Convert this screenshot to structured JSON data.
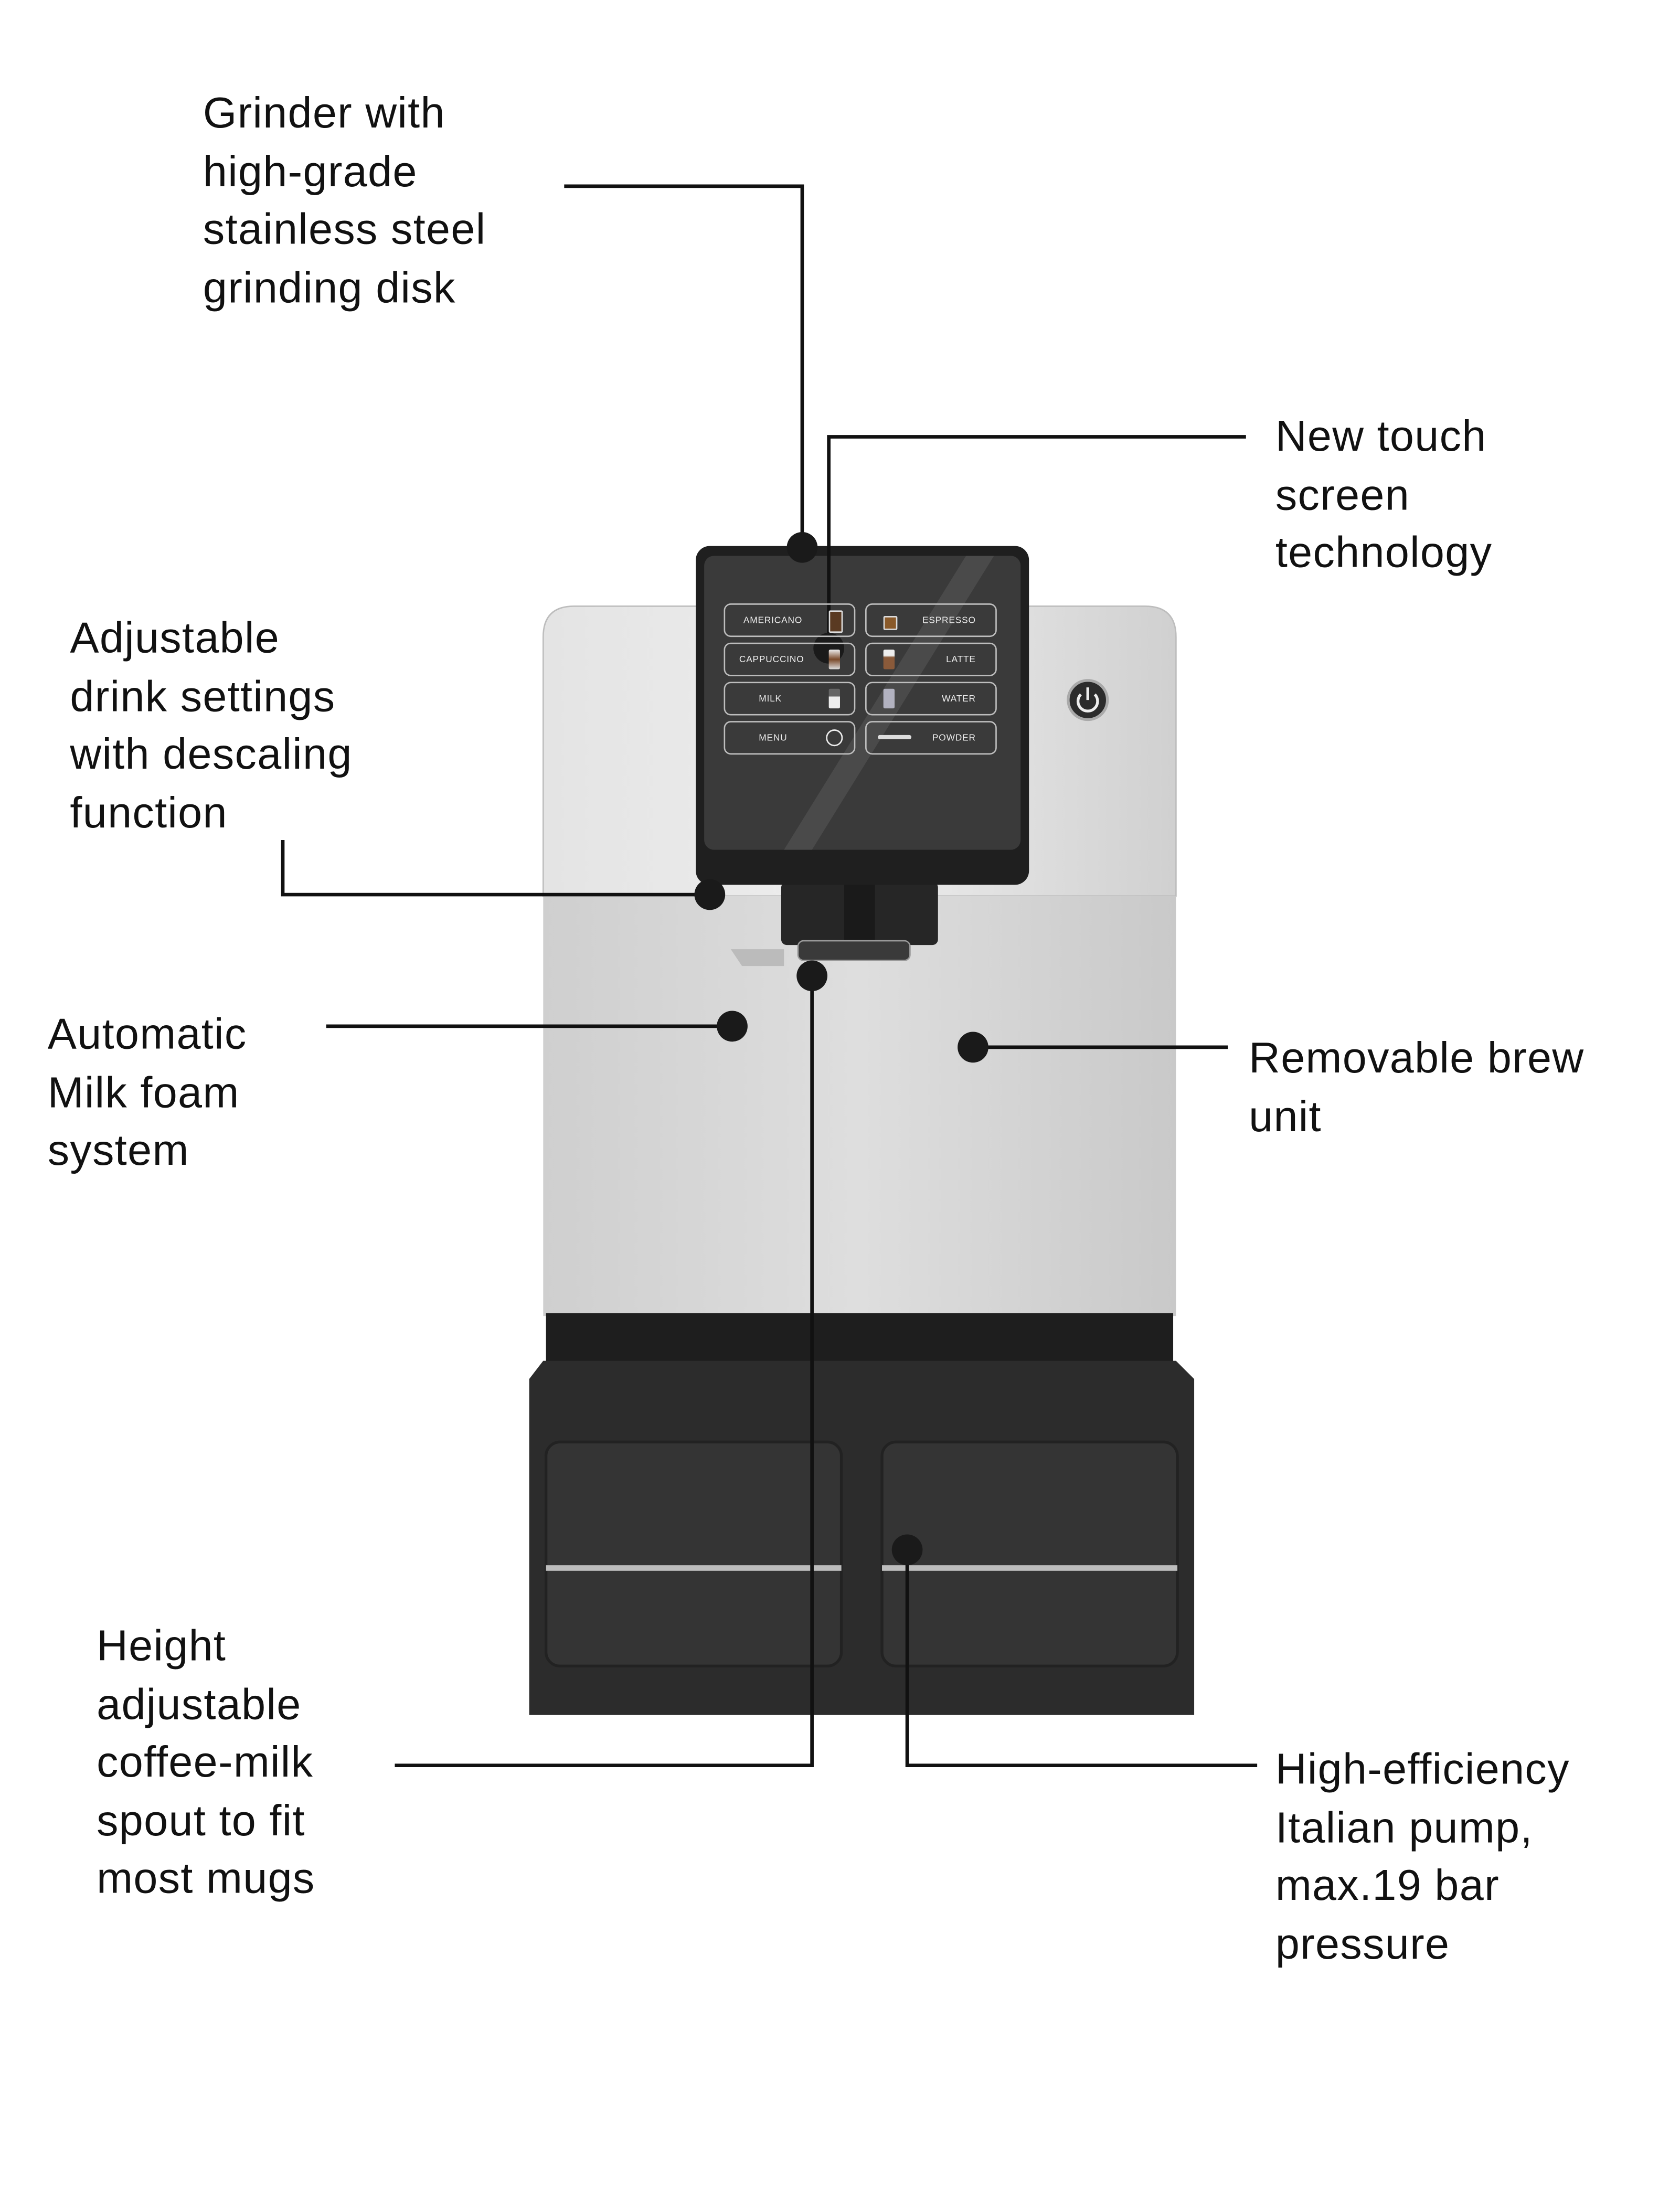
{
  "callouts": {
    "grinder": "Grinder with\nhigh-grade\nstainless steel\ngrinding disk",
    "touch_screen": "New touch\nscreen\ntechnology",
    "drink_settings": "Adjustable\ndrink settings\nwith descaling\nfunction",
    "milk_foam": "Automatic\nMilk foam\nsystem",
    "brew_unit": "Removable brew\nunit",
    "spout": "Height\nadjustable\ncoffee-milk\nspout to fit\nmost mugs",
    "pump": "High-efficiency\nItalian pump,\nmax.19 bar\npressure"
  },
  "screen": {
    "buttons": [
      {
        "label": "AMERICANO",
        "icon": "americano-glass-icon"
      },
      {
        "label": "ESPRESSO",
        "icon": "espresso-cup-icon"
      },
      {
        "label": "CAPPUCCINO",
        "icon": "cappuccino-glass-icon"
      },
      {
        "label": "LATTE",
        "icon": "latte-glass-icon"
      },
      {
        "label": "MILK",
        "icon": "milk-glass-icon"
      },
      {
        "label": "WATER",
        "icon": "water-glass-icon"
      },
      {
        "label": "MENU",
        "icon": "power-menu-icon"
      },
      {
        "label": "POWDER",
        "icon": "spoon-icon"
      }
    ]
  },
  "colors": {
    "body": "#d4d4d4",
    "dark": "#2b2b2b",
    "line": "#111111"
  }
}
